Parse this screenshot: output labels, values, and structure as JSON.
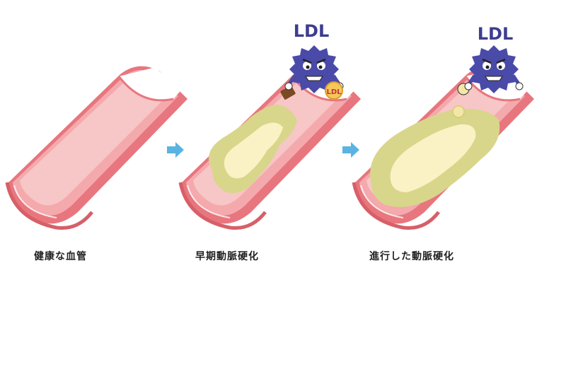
{
  "panels": [
    {
      "caption": "健康な血管",
      "germ_label": ""
    },
    {
      "caption": "早期動脈硬化",
      "germ_label": "LDL",
      "badge_label": "LDL"
    },
    {
      "caption": "進行した動脈硬化",
      "germ_label": "LDL"
    }
  ],
  "colors": {
    "vessel_outer": "#e8767e",
    "vessel_wall": "#f4a9ad",
    "vessel_inner": "#f6c3c4",
    "plaque_outer": "#d8d68a",
    "plaque_inner": "#faf1c4",
    "arrow": "#5ab4e2",
    "germ": "#4a4aa8"
  },
  "icons": [
    "arrow-right-icon",
    "ldl-germ-icon"
  ]
}
